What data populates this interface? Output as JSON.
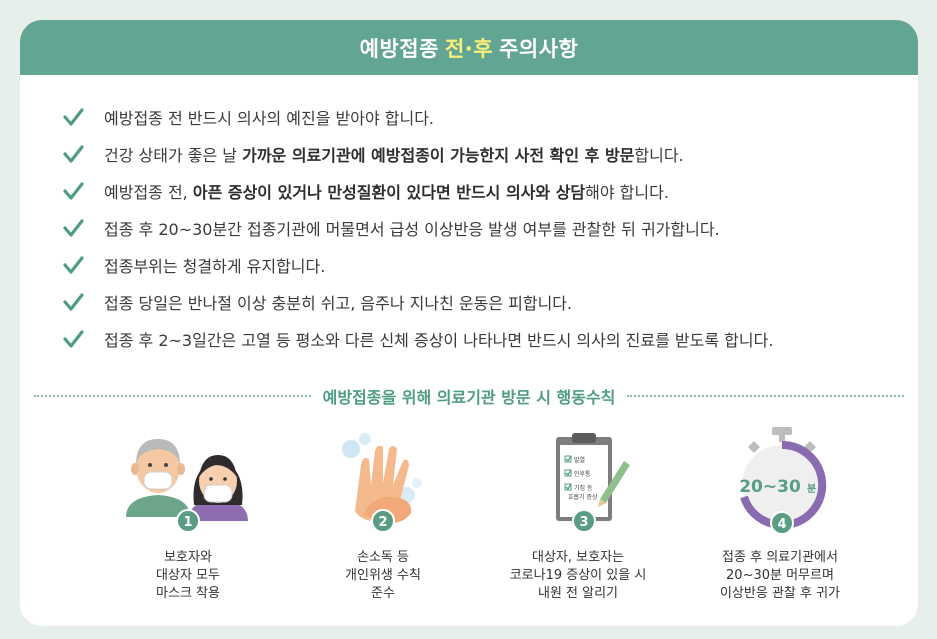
{
  "header": {
    "title_pre": "예방접종",
    "title_highlight": "전·후",
    "title_post": "주의사항"
  },
  "rules": [
    {
      "segments": [
        {
          "t": "예방접종 전 반드시 의사의 예진을 받아야 합니다.",
          "b": false
        }
      ]
    },
    {
      "segments": [
        {
          "t": "건강 상태가 좋은 날 ",
          "b": false
        },
        {
          "t": "가까운 의료기관에 예방접종이 가능한지 사전 확인 후 방문",
          "b": true
        },
        {
          "t": "합니다.",
          "b": false
        }
      ]
    },
    {
      "segments": [
        {
          "t": "예방접종 전, ",
          "b": false
        },
        {
          "t": "아픈 증상이 있거나 만성질환이 있다면 반드시 의사와 상담",
          "b": true
        },
        {
          "t": "해야 합니다.",
          "b": false
        }
      ]
    },
    {
      "segments": [
        {
          "t": "접종 후 20~30분간 접종기관에 머물면서 급성 이상반응 발생 여부를 관찰한 뒤 귀가합니다.",
          "b": false
        }
      ]
    },
    {
      "segments": [
        {
          "t": "접종부위는 청결하게 유지합니다.",
          "b": false
        }
      ]
    },
    {
      "segments": [
        {
          "t": "접종 당일은 반나절 이상 충분히 쉬고, 음주나 지나친 운동은 피합니다.",
          "b": false
        }
      ]
    },
    {
      "segments": [
        {
          "t": "접종 후 2~3일간은 고열 등 평소와 다른 신체 증상이 나타나면 반드시 의사의 진료를 받도록 합니다.",
          "b": false
        }
      ]
    }
  ],
  "section_title": "예방접종을 위해 의료기관 방문 시 행동수칙",
  "steps": [
    {
      "num": "1",
      "caption": [
        "보호자와",
        "대상자 모두",
        "마스크 착용"
      ]
    },
    {
      "num": "2",
      "caption": [
        "손소독 등",
        "개인위생 수칙",
        "준수"
      ]
    },
    {
      "num": "3",
      "caption": [
        "대상자, 보호자는",
        "코로나19 증상이 있을 시",
        "내원 전 알리기"
      ],
      "clipboard_items": [
        "발열",
        "인후통",
        "기침 등",
        "호흡기 증상"
      ]
    },
    {
      "num": "4",
      "caption": [
        "접종 후 의료기관에서",
        "20~30분 머무르며",
        "이상반응 관찰 후 귀가"
      ],
      "timer_text": "20~30",
      "timer_unit": "분"
    }
  ],
  "colors": {
    "accent": "#63a593",
    "highlight": "#f8f07a",
    "check": "#4f9c86",
    "timer": "#8a6bb0"
  }
}
